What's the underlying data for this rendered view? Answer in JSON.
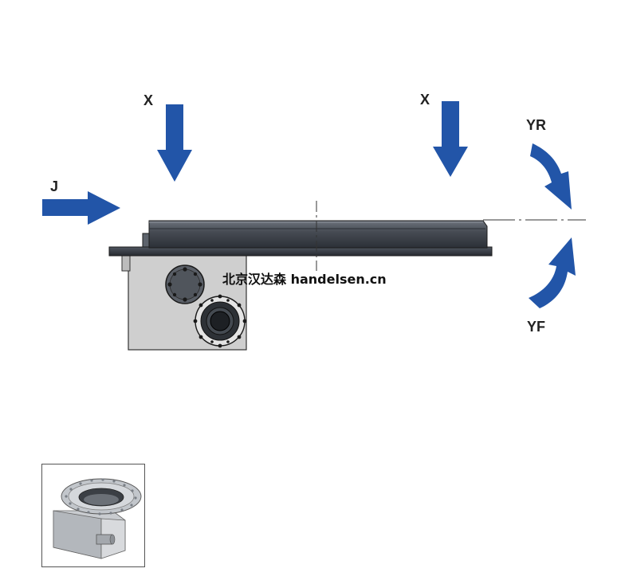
{
  "labels": {
    "x_left": "X",
    "x_right": "X",
    "j": "J",
    "yr": "YR",
    "yf": "YF"
  },
  "watermark": "北京汉达森 handelsen.cn",
  "colors": {
    "arrow": "#2255a8",
    "table_dark": "#3a3f47",
    "table_mid": "#5a6069",
    "housing": "#cfcfcf",
    "outline": "#222222"
  },
  "icons": {
    "thumbnail": "rotary-table-product-icon"
  }
}
